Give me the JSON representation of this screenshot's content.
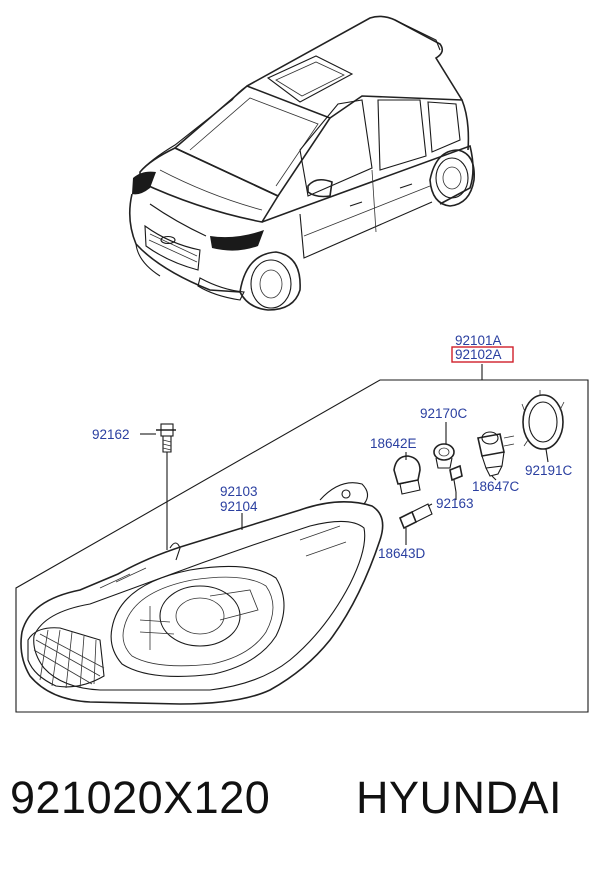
{
  "callouts": {
    "p92101A": "92101A",
    "p92102A": "92102A",
    "p92170C": "92170C",
    "p18642E": "18642E",
    "p92162": "92162",
    "p92103": "92103",
    "p92104": "92104",
    "p18647C": "18647C",
    "p92191C": "92191C",
    "p92163": "92163",
    "p18643D": "18643D"
  },
  "footer": {
    "part_number": "921020X120",
    "brand": "HYUNDAI"
  },
  "colors": {
    "callout_text": "#2a3fa0",
    "highlight_box": "#d0202a",
    "line": "#1a1a1a"
  }
}
